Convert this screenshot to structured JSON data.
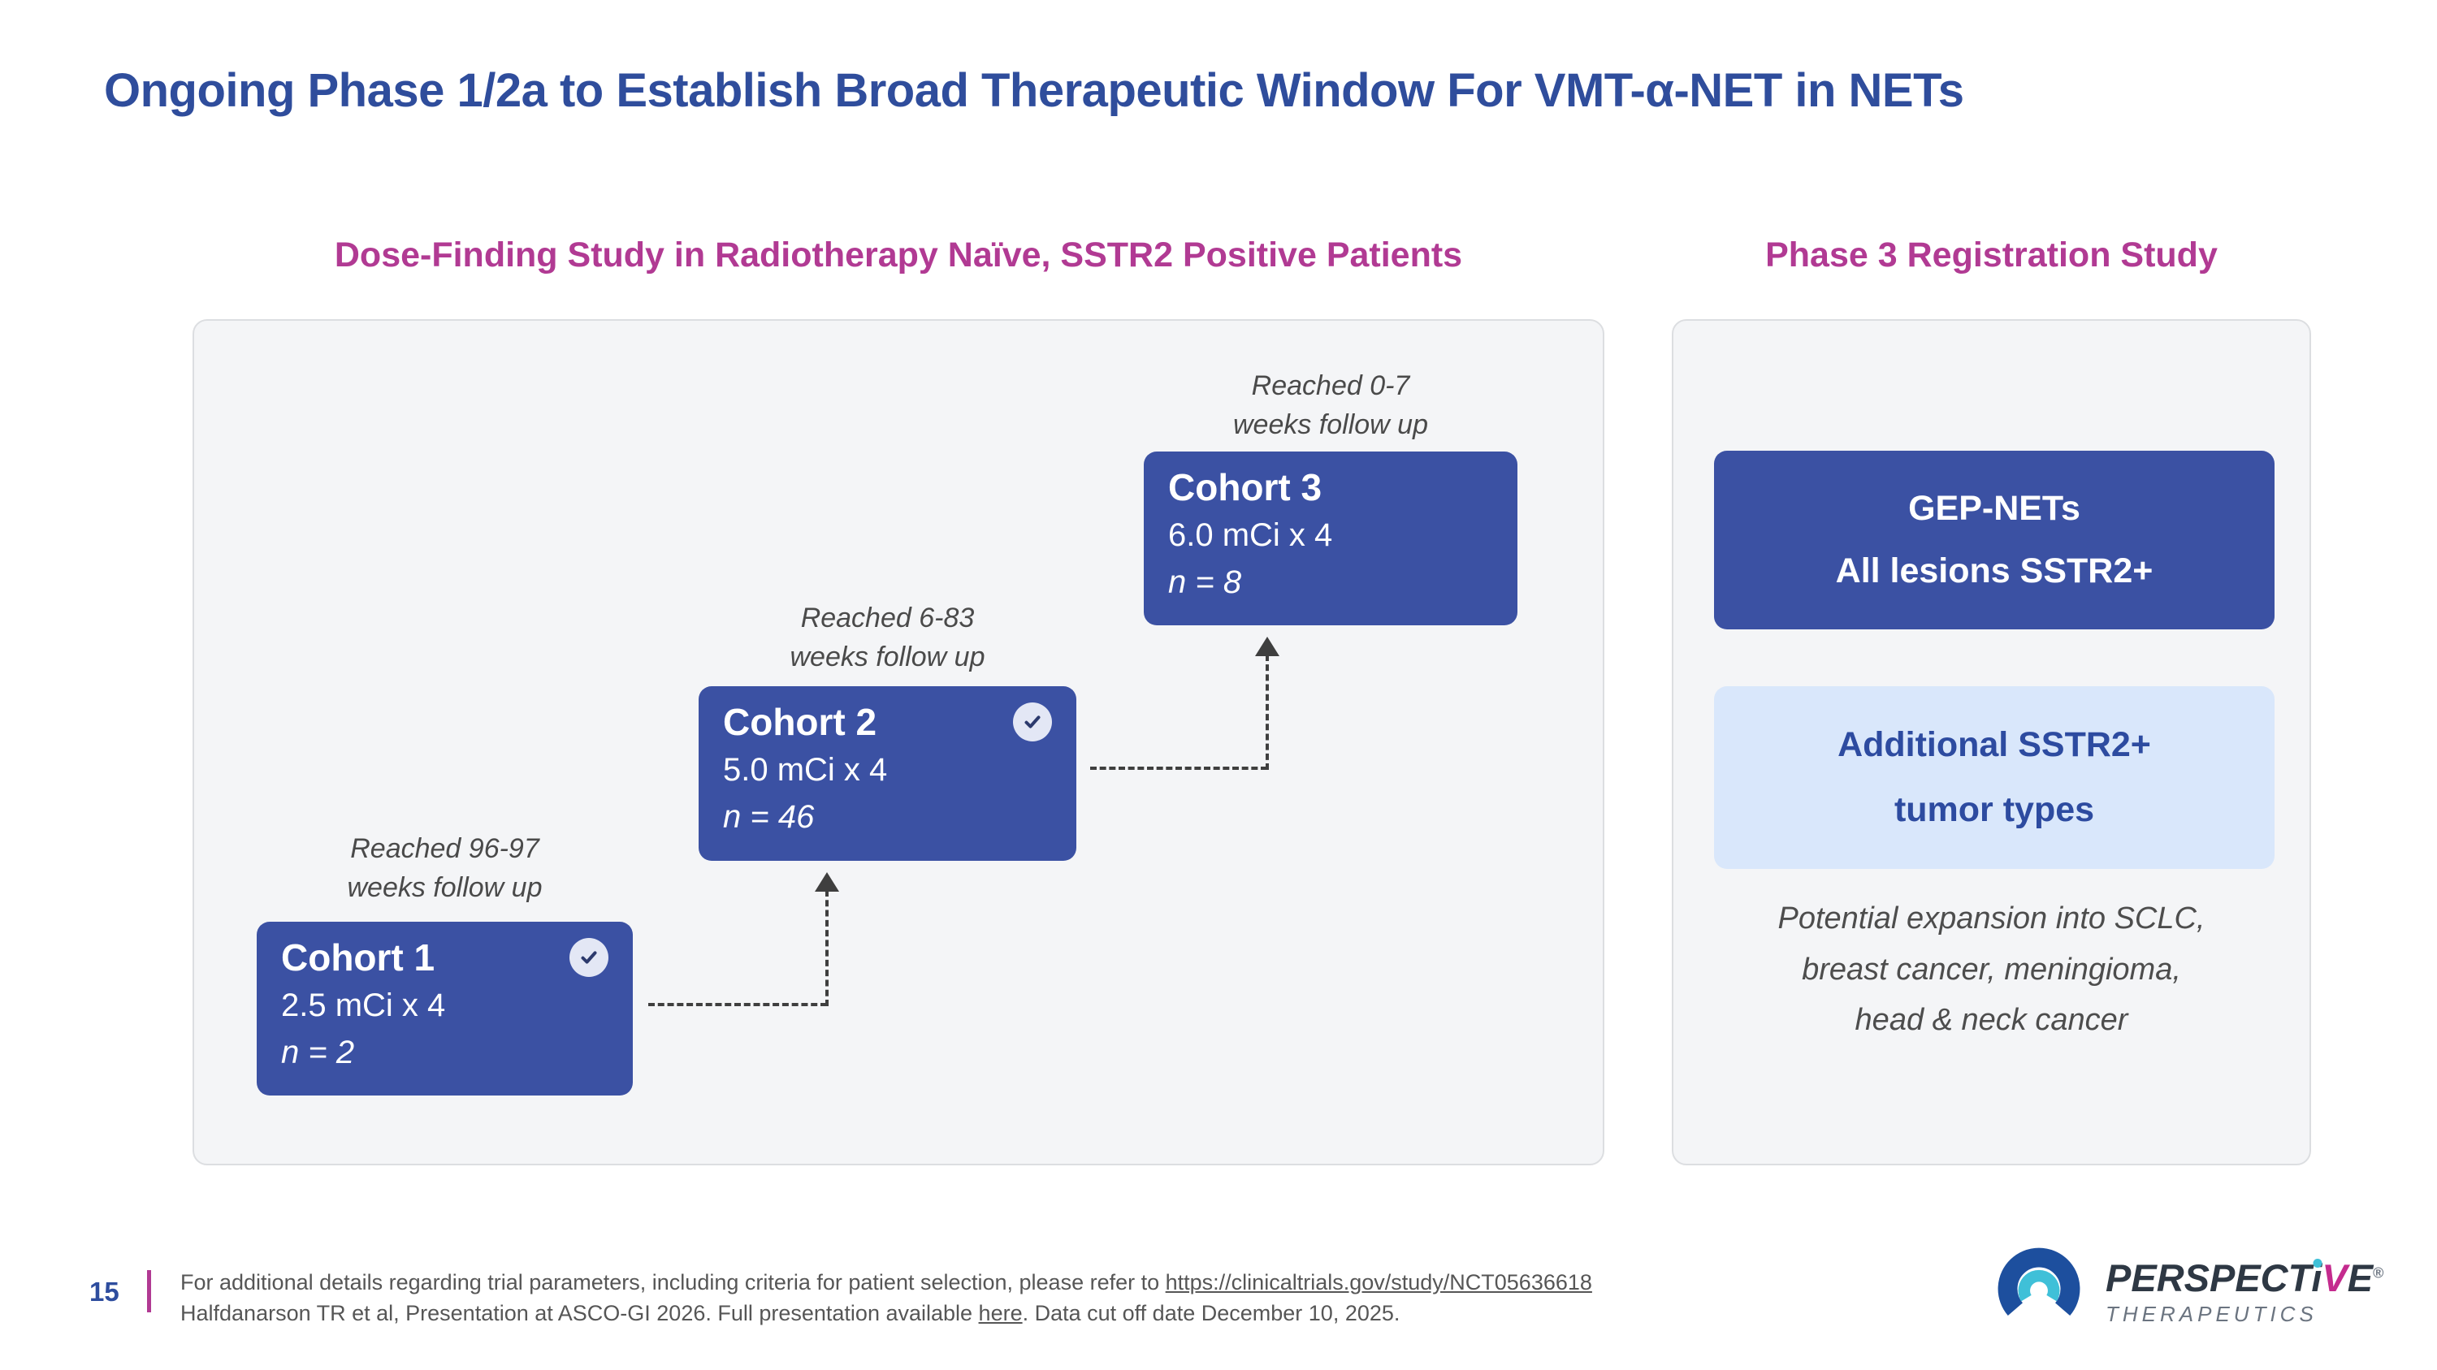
{
  "slide": {
    "title": "Ongoing Phase 1/2a to Establish Broad Therapeutic Window For VMT-α-NET in NETs"
  },
  "colors": {
    "title_blue": "#2f4d9c",
    "header_magenta": "#b13a93",
    "cohort_blue": "#3b51a3",
    "light_blue_box": "#d9e7fb",
    "panel_background": "#f4f5f7",
    "logo_teal": "#3fc0d8",
    "logo_magenta": "#c42b8e",
    "logo_dark": "#2e3844"
  },
  "left_section": {
    "header": "Dose-Finding Study in Radiotherapy Naïve, SSTR2 Positive Patients",
    "cohorts": [
      {
        "name": "Cohort 1",
        "dose": "2.5 mCi x 4",
        "n": "n = 2",
        "completed": true,
        "followup_line1": "Reached 96-97",
        "followup_line2": "weeks follow up"
      },
      {
        "name": "Cohort 2",
        "dose": "5.0 mCi x 4",
        "n": "n = 46",
        "completed": true,
        "followup_line1": "Reached 6-83",
        "followup_line2": "weeks follow up"
      },
      {
        "name": "Cohort 3",
        "dose": "6.0 mCi x 4",
        "n": "n = 8",
        "completed": false,
        "followup_line1": "Reached 0-7",
        "followup_line2": "weeks follow up"
      }
    ]
  },
  "right_section": {
    "header": "Phase 3 Registration Study",
    "primary_box": {
      "line1": "GEP-NETs",
      "line2": "All lesions SSTR2+"
    },
    "secondary_box": {
      "line1": "Additional SSTR2+",
      "line2": "tumor types"
    },
    "note_line1": "Potential expansion into SCLC,",
    "note_line2": "breast cancer, meningioma,",
    "note_line3": "head & neck cancer"
  },
  "footer": {
    "page_number": "15",
    "line1_prefix": "For additional details regarding trial parameters, including criteria for patient selection, please refer to ",
    "line1_link": "https://clinicaltrials.gov/study/NCT05636618",
    "line2_prefix": "Halfdanarson TR et al, Presentation at ASCO-GI 2026. Full presentation available ",
    "line2_link": "here",
    "line2_suffix": ". Data cut off date December 10, 2025."
  },
  "logo": {
    "name_pre": "PERSPECT",
    "name_i": "i",
    "name_v": "V",
    "name_e": "E",
    "registered": "®",
    "subtitle": "THERAPEUTICS"
  }
}
